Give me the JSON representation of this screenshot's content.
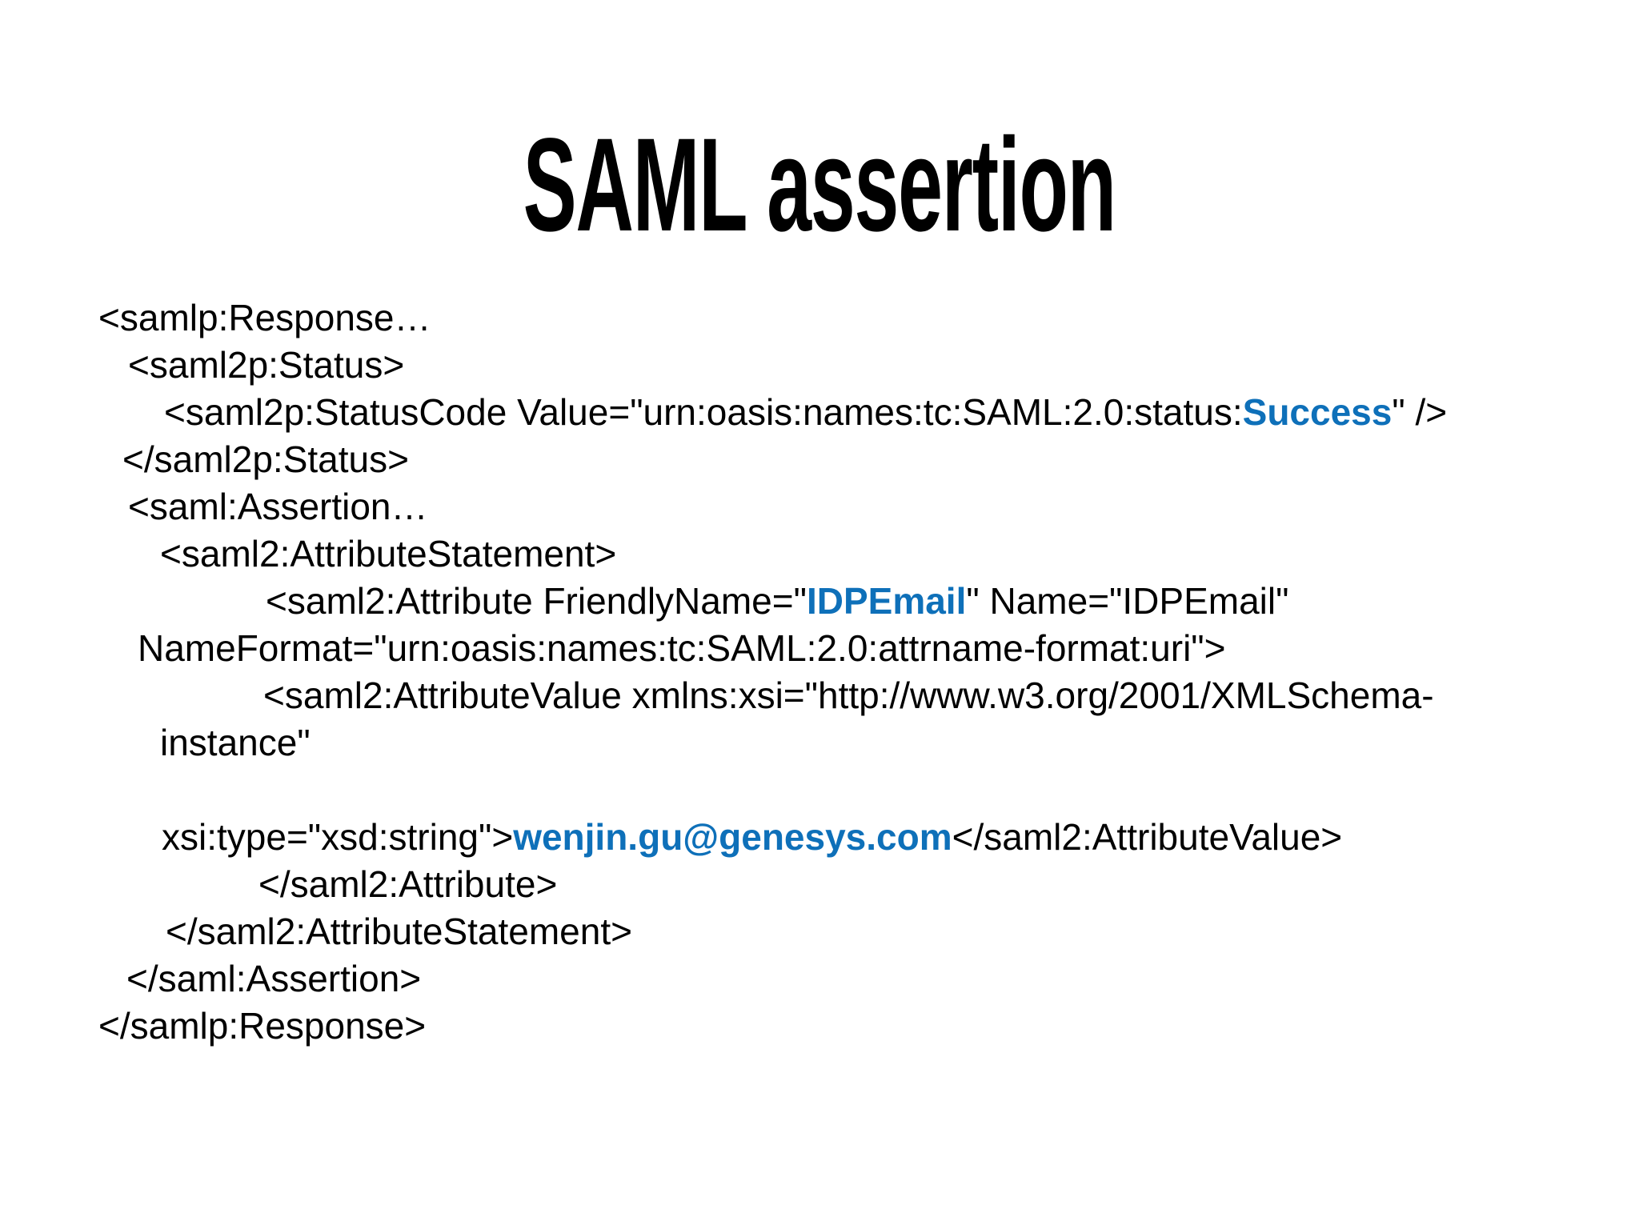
{
  "slide": {
    "title": "SAML assertion"
  },
  "colors": {
    "text": "#000000",
    "highlight_blue": "#0e70b9",
    "background": "#ffffff"
  },
  "code": {
    "lines": [
      {
        "segments": [
          {
            "text": "<samlp:Response…"
          }
        ]
      },
      {
        "segments": [
          {
            "text": "<saml2p:Status>"
          }
        ]
      },
      {
        "segments": [
          {
            "text": "<saml2p:StatusCode Value=\"urn:oasis:names:tc:SAML:2.0:status:"
          },
          {
            "text": "Success",
            "highlight": true
          },
          {
            "text": "\" />"
          }
        ]
      },
      {
        "segments": [
          {
            "text": "</saml2p:Status>"
          }
        ]
      },
      {
        "segments": [
          {
            "text": "<saml:Assertion…"
          }
        ]
      },
      {
        "segments": [
          {
            "text": "<saml2:AttributeStatement>"
          }
        ]
      },
      {
        "segments": [
          {
            "text": "<saml2:Attribute FriendlyName=\""
          },
          {
            "text": "IDPEmail",
            "highlight": true
          },
          {
            "text": "\" Name=\"IDPEmail\""
          }
        ]
      },
      {
        "segments": [
          {
            "text": "NameFormat=\"urn:oasis:names:tc:SAML:2.0:attrname-format:uri\">"
          }
        ]
      },
      {
        "segments": [
          {
            "text": "<saml2:AttributeValue xmlns:xsi=\"http://www.w3.org/2001/XMLSchema-"
          }
        ]
      },
      {
        "segments": [
          {
            "text": "instance\""
          }
        ]
      },
      {
        "segments": [
          {
            "text": ""
          }
        ]
      },
      {
        "segments": [
          {
            "text": "xsi:type=\"xsd:string\">"
          },
          {
            "text": "wenjin.gu@genesys.com",
            "highlight": true
          },
          {
            "text": "</saml2:AttributeValue>"
          }
        ]
      },
      {
        "segments": [
          {
            "text": "</saml2:Attribute>"
          }
        ]
      },
      {
        "segments": [
          {
            "text": "</saml2:AttributeStatement>"
          }
        ]
      },
      {
        "segments": [
          {
            "text": "</saml:Assertion>"
          }
        ]
      },
      {
        "segments": [
          {
            "text": "</samlp:Response>"
          }
        ]
      }
    ]
  }
}
